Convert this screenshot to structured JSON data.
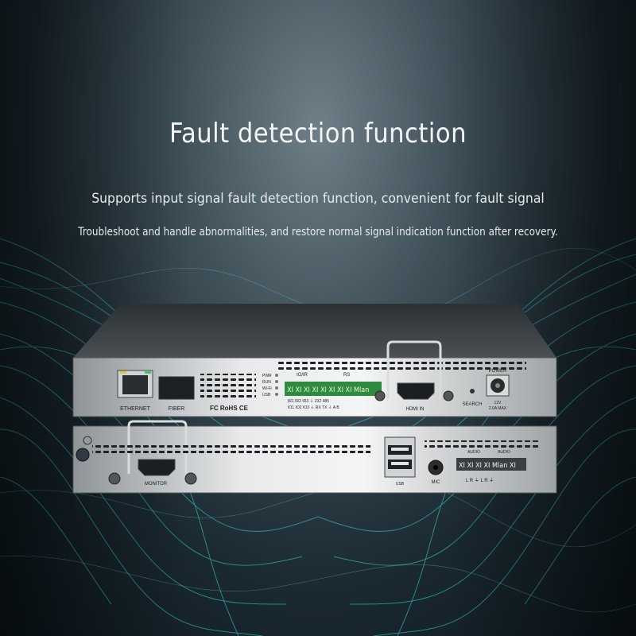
{
  "heading": {
    "title": "Fault detection function",
    "line1": "Supports input signal fault detection function, convenient for fault signal",
    "line2": "Troubleshoot and handle abnormalities, and restore normal signal indication function after recovery."
  },
  "device_top": {
    "ethernet": "ETHERNET",
    "fiber": "FIBER",
    "leds": [
      "PWR",
      "RUN",
      "Wi-Fi",
      "USB"
    ],
    "io_ir": "IO/IR",
    "rs": "RS",
    "terminal_marks": "XI XI XI XI XI XI XI XI Mlan",
    "terminal_row1": "IR1 IR2 IR3 ⏚ 232 485",
    "terminal_row2": "IO1 IO2 IO3 ⏚ RX TX ⏚ A B",
    "hdmi_in": "HDMI IN",
    "search": "SEARCH",
    "power": "POWER",
    "power_spec1": "12V",
    "power_spec2": "2.0A MAX",
    "certs": "FC RoHS CE"
  },
  "device_bottom": {
    "monitor": "MONITOR",
    "usb": "USB",
    "mic": "MIC",
    "audio_left": "AUDIO",
    "audio_right": "AUDIO",
    "terminal_marks": "XI XI XI XI Mlan XI",
    "channels": "L R ⏚ L R ⏚"
  }
}
